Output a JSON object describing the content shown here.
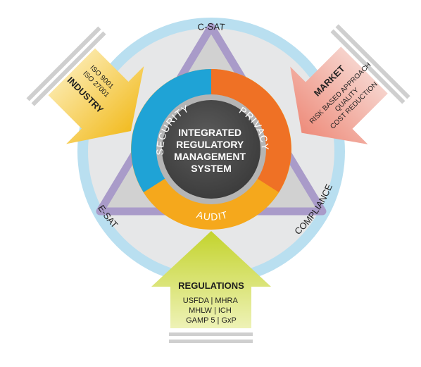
{
  "center": {
    "lines": [
      "INTEGRATED",
      "REGULATORY",
      "MANAGEMENT",
      "SYSTEM"
    ]
  },
  "ring": {
    "security": "SECURITY",
    "privacy": "PRIVACY",
    "audit": "AUDIT"
  },
  "triangle": {
    "top": "C-SAT",
    "left": "E-SAT",
    "right": "COMPLIANCE"
  },
  "industry": {
    "title": "INDUSTRY",
    "items": [
      "ISO 9001",
      "ISO 27001"
    ]
  },
  "market": {
    "title": "MARKET",
    "items": [
      "RISK BASED APPROACH",
      "QUALITY",
      "COST REDUCTION"
    ]
  },
  "regulations": {
    "title": "REGULATIONS",
    "items": [
      "USFDA | MHRA",
      "MHLW | ICH",
      "GAMP 5 | GxP"
    ]
  },
  "colors": {
    "security": "#1fa3d6",
    "privacy": "#ef7125",
    "audit": "#f5a81c",
    "center": "#4a4a4a",
    "triangle": "#a99bc9",
    "outer_ring": "#b9dff0",
    "industry": "#f2c12e",
    "market": "#f19a8c",
    "regulations": "#c5d433"
  }
}
